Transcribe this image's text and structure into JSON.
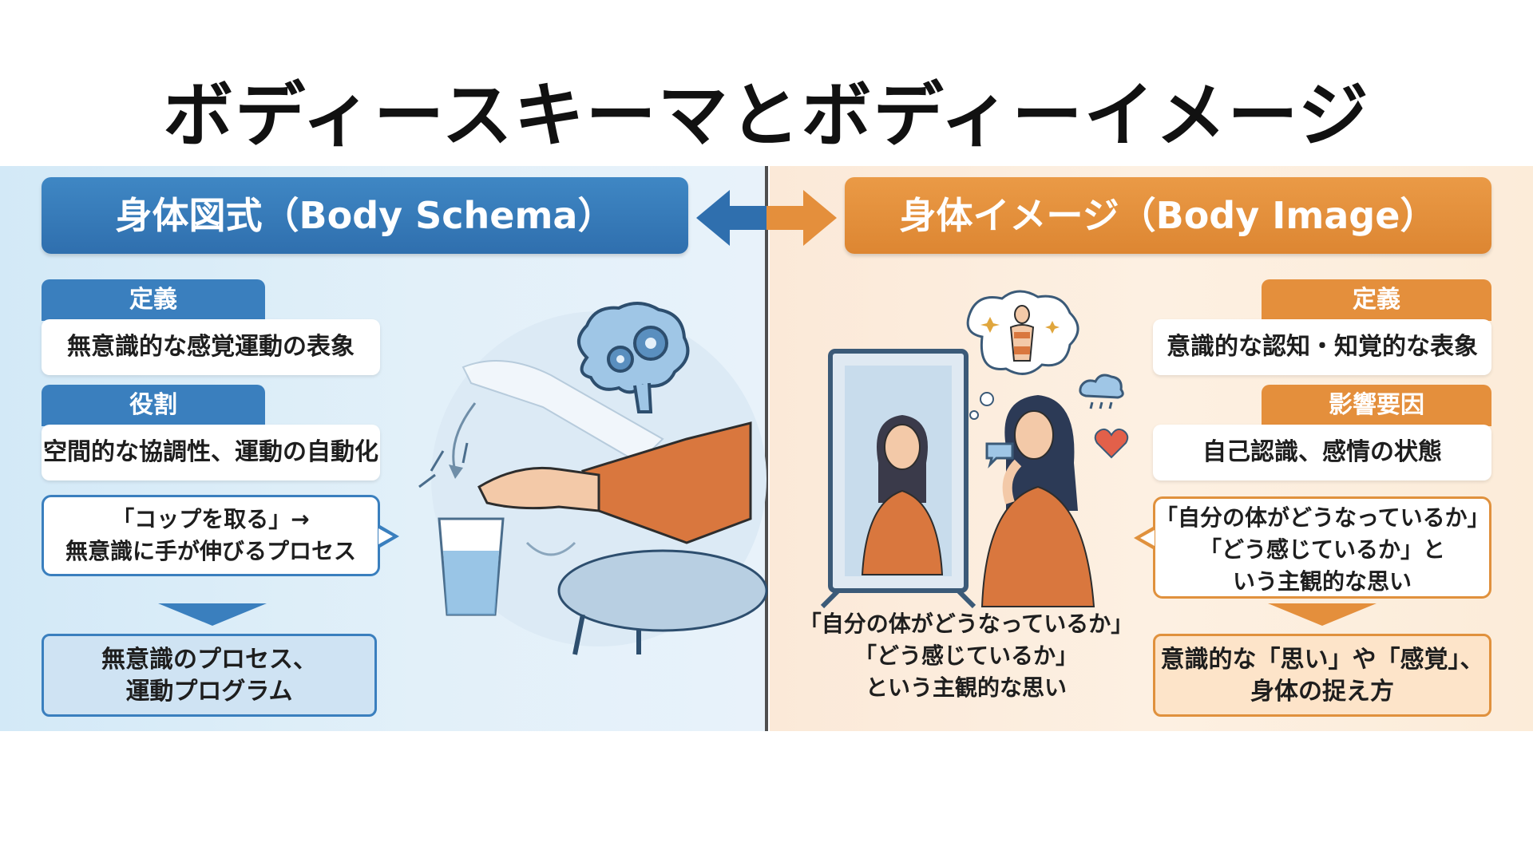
{
  "title": "ボディースキーマとボディーイメージ",
  "left": {
    "header": "身体図式（Body Schema）",
    "definition_tab": "定義",
    "definition_text": "無意識的な感覚運動の表象",
    "role_tab": "役割",
    "role_text": "空間的な協調性、運動の自動化",
    "example_lines": [
      "「コップを取る」→",
      "無意識に手が伸びるプロセス"
    ],
    "result_lines": [
      "無意識のプロセス、",
      "運動プログラム"
    ]
  },
  "right": {
    "header": "身体イメージ（Body Image）",
    "definition_tab": "定義",
    "definition_text": "意識的な認知・知覚的な表象",
    "factors_tab": "影響要因",
    "factors_text": "自己認識、感情の状態",
    "bubble_lines": [
      "「自分の体がどうなっているか」",
      "「どう感じているか」と",
      "いう主観的な思い"
    ],
    "mirror_caption_lines": [
      "「自分の体がどうなっているか」",
      "「どう感じているか」",
      "という主観的な思い"
    ],
    "result_lines": [
      "意識的な「思い」や「感覚」、",
      "身体の捉え方"
    ]
  },
  "colors": {
    "blue": "#3a7fbe",
    "orange": "#e48f3c",
    "blue_bg": "#e2f0f9",
    "orange_bg": "#fdf0e2"
  },
  "icons": {
    "arrow": "double-arrow-icon",
    "brain": "brain-gears-icon",
    "cloud": "rain-cloud-icon",
    "heart": "heart-icon",
    "speech": "speech-bubble-icon"
  }
}
